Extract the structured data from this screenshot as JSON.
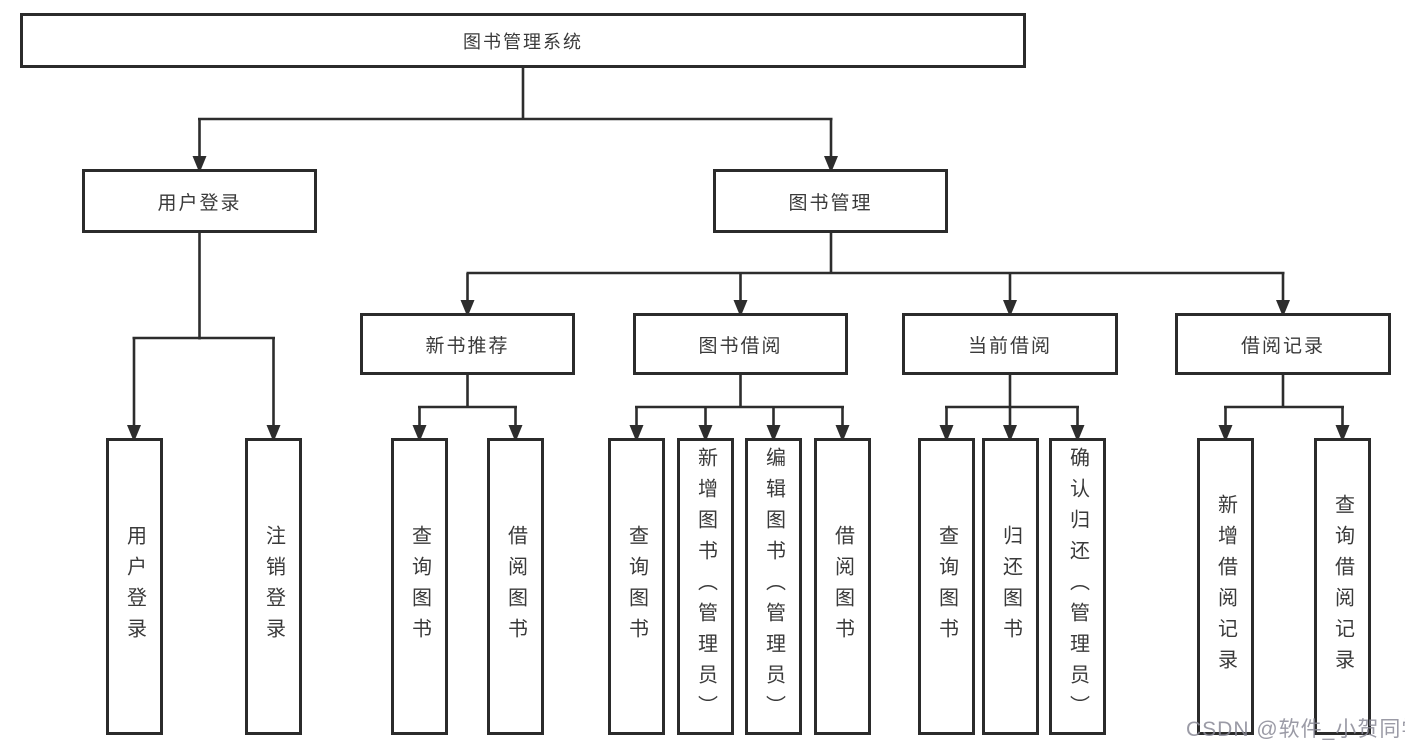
{
  "diagram_type": "functional-structure-tree",
  "colors": {
    "line": "#2d2d2d",
    "border": "#2b2b2b",
    "text": "#3a3a3a",
    "watermark": "#8a8a96",
    "background": "#ffffff"
  },
  "tree": {
    "label": "图书管理系统",
    "children": [
      {
        "label": "用户登录",
        "children": [
          {
            "label": "用户登录"
          },
          {
            "label": "注销登录"
          }
        ]
      },
      {
        "label": "图书管理",
        "children": [
          {
            "label": "新书推荐",
            "children": [
              {
                "label": "查询图书"
              },
              {
                "label": "借阅图书"
              }
            ]
          },
          {
            "label": "图书借阅",
            "children": [
              {
                "label": "查询图书"
              },
              {
                "label": "新增图书（管理员）"
              },
              {
                "label": "编辑图书（管理员）"
              },
              {
                "label": "借阅图书"
              }
            ]
          },
          {
            "label": "当前借阅",
            "children": [
              {
                "label": "查询图书"
              },
              {
                "label": "归还图书"
              },
              {
                "label": "确认归还（管理员）"
              }
            ]
          },
          {
            "label": "借阅记录",
            "children": [
              {
                "label": "新增借阅记录"
              },
              {
                "label": "查询借阅记录"
              }
            ]
          }
        ]
      }
    ]
  },
  "watermark": "CSDN @软件_小贺同学"
}
